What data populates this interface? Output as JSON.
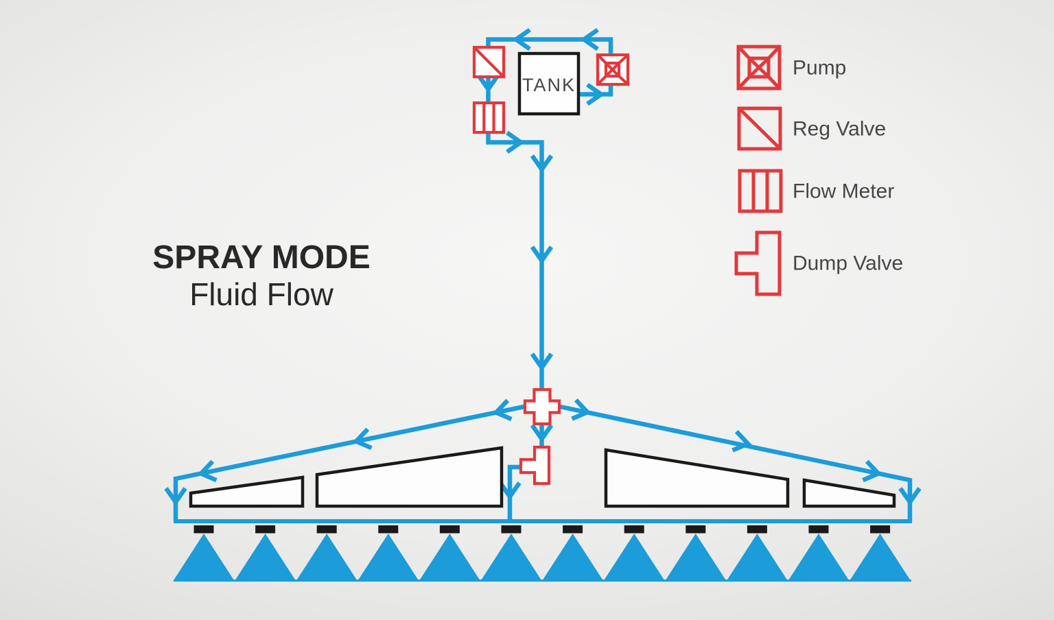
{
  "title": {
    "line1": "SPRAY MODE",
    "line2": "Fluid Flow"
  },
  "tank": {
    "label": "TANK"
  },
  "legend": {
    "items": [
      {
        "id": "pump",
        "label": "Pump"
      },
      {
        "id": "reg-valve",
        "label": "Reg Valve"
      },
      {
        "id": "flow-meter",
        "label": "Flow Meter"
      },
      {
        "id": "dump-valve",
        "label": "Dump Valve"
      }
    ]
  },
  "diagram": {
    "nozzle_count": 12
  },
  "colors": {
    "blue": "#1C9CD8",
    "red": "#E1393D",
    "ink": "#1A1A1A",
    "label_gray": "#464646",
    "title_ink": "#282828"
  }
}
